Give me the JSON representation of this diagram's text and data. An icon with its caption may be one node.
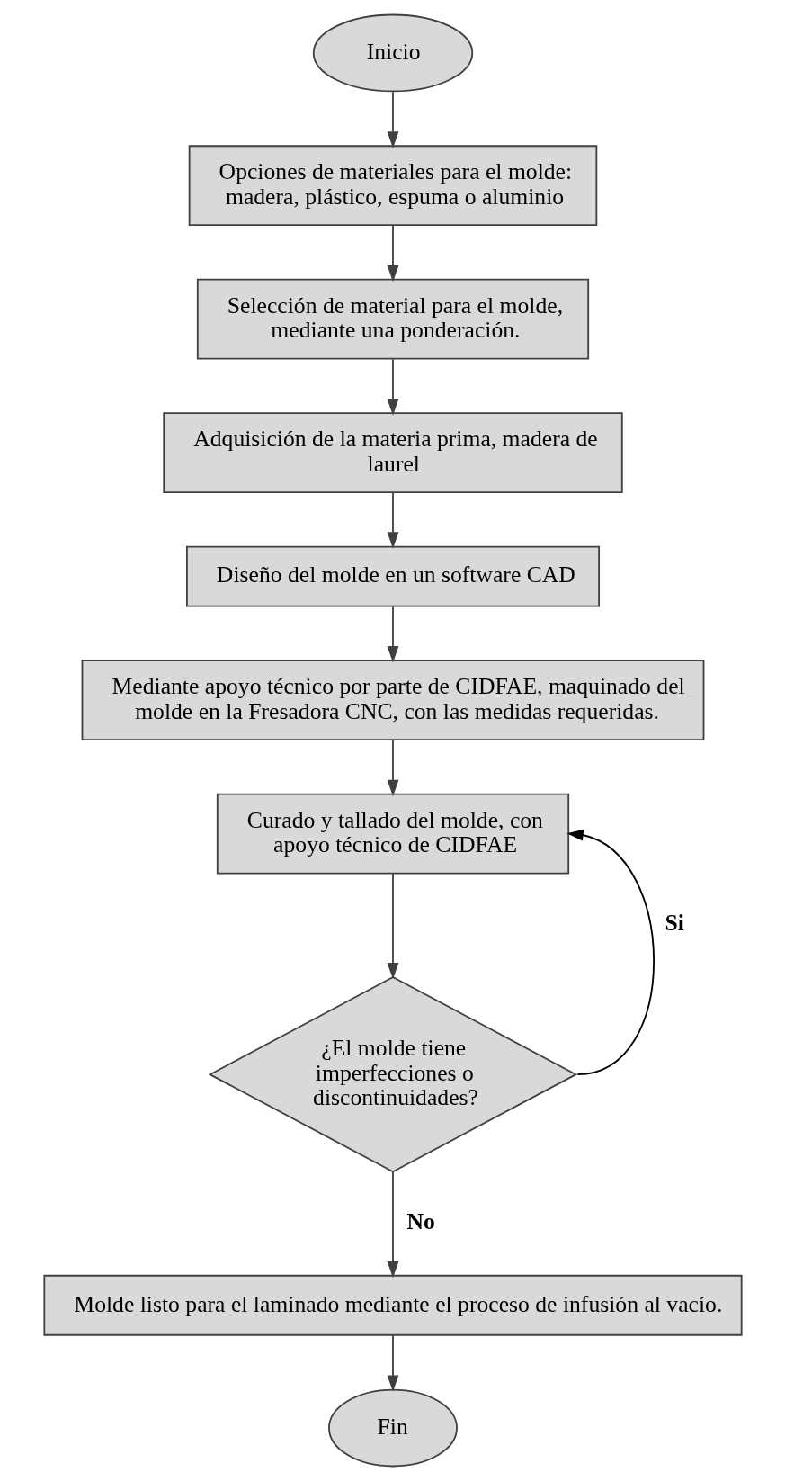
{
  "diagram": {
    "nodes": [
      {
        "text": [
          "Inicio"
        ]
      },
      {
        "text": [
          "Opciones de materiales para el molde: madera, plástico, espuma o aluminio"
        ]
      },
      {
        "text": [
          "Selección de material para el molde, mediante una ponderación."
        ]
      },
      {
        "text": [
          "Adquisición de la materia prima, madera de laurel"
        ]
      },
      {
        "text": [
          "Diseño del molde en un software CAD"
        ]
      },
      {
        "text": [
          "Mediante apoyo técnico por parte de CIDFAE, maquinado del molde en la Fresadora CNC, con las medidas requeridas."
        ]
      },
      {
        "text": [
          "Curado y tallado del molde, con apoyo técnico de CIDFAE"
        ]
      },
      {
        "text": [
          "¿El molde tiene imperfecciones o discontinuidades?"
        ]
      },
      {
        "text": [
          "Molde listo para el laminado mediante el proceso de infusión al vacío."
        ]
      },
      {
        "text": [
          "Fin"
        ]
      }
    ],
    "edges": [
      {
        "from": 0,
        "to": 1,
        "arrow": "to"
      },
      {
        "from": 1,
        "to": 2,
        "arrow": "to"
      },
      {
        "from": 2,
        "to": 3,
        "arrow": "to"
      },
      {
        "from": 3,
        "to": 4,
        "arrow": "to"
      },
      {
        "from": 4,
        "to": 5,
        "arrow": "to"
      },
      {
        "from": 5,
        "to": 6,
        "arrow": "to"
      },
      {
        "from": 6,
        "to": 7,
        "arrow": "to"
      },
      {
        "from": 7,
        "to": 6,
        "arrow": "to",
        "label": "Si"
      },
      {
        "from": 7,
        "to": 8,
        "arrow": "to",
        "label": "No"
      },
      {
        "from": 8,
        "to": 9,
        "arrow": "to"
      }
    ]
  }
}
